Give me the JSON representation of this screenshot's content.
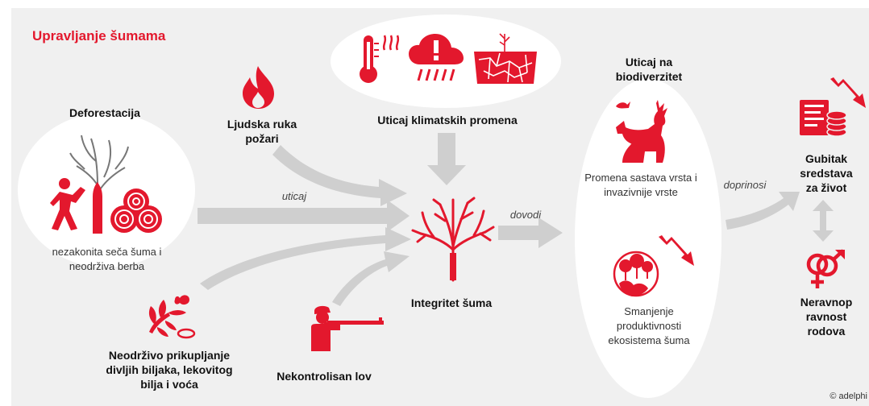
{
  "title": "Upravljanje šumama",
  "nodes": {
    "deforestation": "Deforestacija",
    "deforestation_note_1": "nezakonita seča šuma i",
    "deforestation_note_2": "neodrživa berba",
    "fires_1": "Ljudska ruka",
    "fires_2": "požari",
    "climate": "Uticaj klimatskih  promena",
    "gathering_1": "Neodrživo prikupljanje",
    "gathering_2": "divljih  biljaka, lekovitog",
    "gathering_3": "bilja i voća",
    "hunting": "Nekontrolisan lov",
    "integrity": "Integritet šuma",
    "biodiversity_1": "Uticaj na",
    "biodiversity_2": "biodiverzitet",
    "species_1": "Promena sastava vrsta i",
    "species_2": "invazivnije vrste",
    "productivity_1": "Smanjenje",
    "productivity_2": "produktivnosti",
    "productivity_3": "ekosistema šuma",
    "livelihood_1": "Gubitak",
    "livelihood_2": "sredstava",
    "livelihood_3": "za život",
    "gender_1": "Neravnop",
    "gender_2": "ravnost",
    "gender_3": "rodova"
  },
  "edges": {
    "influence": "uticaj",
    "leads": "dovodi",
    "contributes": "doprinosi"
  },
  "credit": "© adelphi",
  "colors": {
    "accent": "#e3182d",
    "arrow": "#cfcfcf",
    "panel": "#f0f0f0"
  },
  "icons": [
    "flame-icon",
    "thermometer-icon",
    "heat-waves-icon",
    "storm-cloud-icon",
    "cracked-earth-icon",
    "woodcutter-icon",
    "bare-tree-icon",
    "log-pile-icon",
    "forest-tree-icon",
    "herb-icon",
    "hunter-icon",
    "deer-icon",
    "globe-trees-icon",
    "decline-arrow-icon",
    "money-stack-icon",
    "gender-icon"
  ]
}
